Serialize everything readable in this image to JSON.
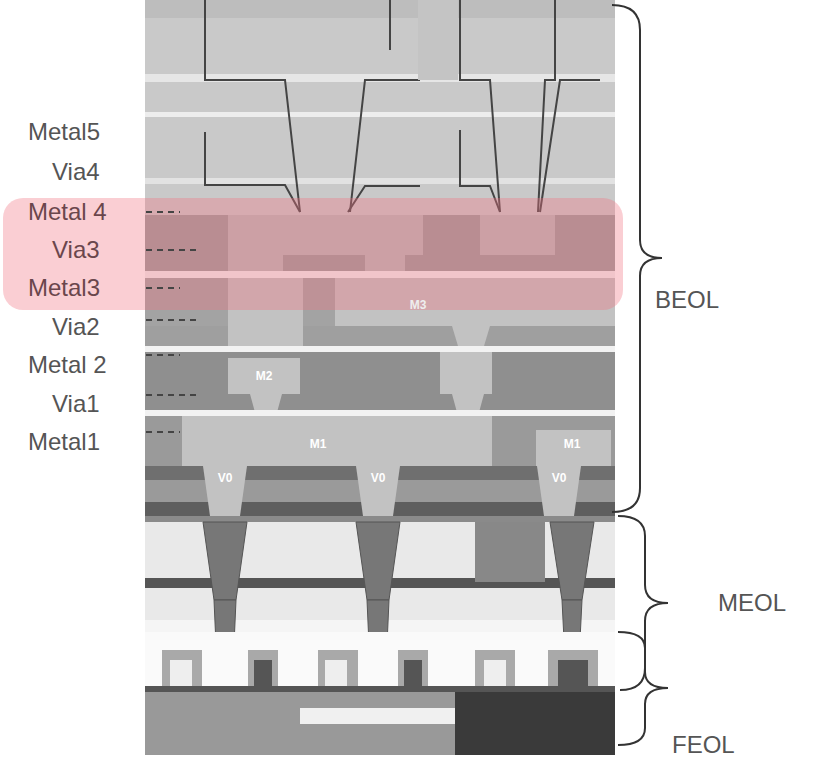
{
  "diagram": {
    "labels": [
      "Metal5",
      "Via4",
      "Metal 4",
      "Via3",
      "Metal3",
      "M3",
      "Via2",
      "Metal 2",
      "M2",
      "Via1",
      "Metal1",
      "M1",
      "M1",
      "V0",
      "V0",
      "V0",
      "BEOL",
      "MEOL",
      "FEOL"
    ]
  }
}
